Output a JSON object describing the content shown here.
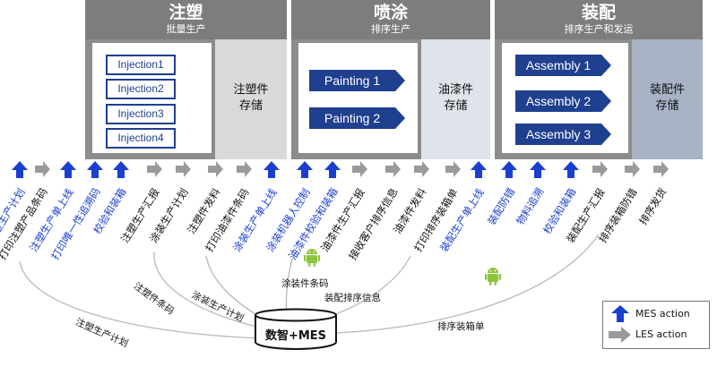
{
  "phases": [
    {
      "title": "注塑",
      "subtitle": "批量生产",
      "storage": "注塑件\n存储",
      "steps": [
        "Injection1",
        "Injection2",
        "Injection3",
        "Injection4"
      ]
    },
    {
      "title": "喷涂",
      "subtitle": "排序生产",
      "storage": "油漆件\n存储",
      "steps": [
        "Painting 1",
        "Painting 2"
      ]
    },
    {
      "title": "装配",
      "subtitle": "排序生产和发运",
      "storage": "装配件\n存储",
      "steps": [
        "Assembly 1",
        "Assembly 2",
        "Assembly 3"
      ]
    }
  ],
  "actions": [
    {
      "type": "mes",
      "label": "注塑生产计划"
    },
    {
      "type": "les",
      "label": "打印注塑产品条码"
    },
    {
      "type": "mes",
      "label": "注塑生产单上线"
    },
    {
      "type": "mes",
      "label": "打印唯一性追溯码"
    },
    {
      "type": "mes",
      "label": "校验和装箱"
    },
    {
      "type": "les",
      "label": "注塑生产汇报"
    },
    {
      "type": "les",
      "label": "涂装生产计划"
    },
    {
      "type": "les",
      "label": "注塑件发料"
    },
    {
      "type": "les",
      "label": "打印油漆件条码"
    },
    {
      "type": "mes",
      "label": "涂装生产单上线"
    },
    {
      "type": "mes",
      "label": "涂装机器人控制"
    },
    {
      "type": "mes",
      "label": "油漆件校验和装箱"
    },
    {
      "type": "les",
      "label": "油漆件生产汇报"
    },
    {
      "type": "les",
      "label": "接收客户排序信息"
    },
    {
      "type": "les",
      "label": "油漆件发料"
    },
    {
      "type": "les",
      "label": "打印排序装箱单"
    },
    {
      "type": "mes",
      "label": "装配生产单上线"
    },
    {
      "type": "mes",
      "label": "装配防错"
    },
    {
      "type": "mes",
      "label": "物料追溯"
    },
    {
      "type": "mes",
      "label": "校验和装箱"
    },
    {
      "type": "les",
      "label": "装配生产汇报"
    },
    {
      "type": "les",
      "label": "排序装箱防错"
    },
    {
      "type": "les",
      "label": "排序发货"
    }
  ],
  "flows": {
    "injection_plan": "注塑生产计划",
    "injection_barcode": "注塑件条码",
    "painting_plan": "涂装生产计划",
    "painting_barcode": "涂装件条码",
    "assembly_sequence": "装配排序信息",
    "sequence_packing_list": "排序装箱单"
  },
  "database": {
    "label": "数智+MES"
  },
  "legend": {
    "mes_label": "MES action",
    "les_label": "LES action",
    "mes_color": "#1a3fd0",
    "les_color": "#9a9a9a"
  },
  "colors": {
    "header": "#7d7d7d",
    "frame": "#8c8c8c",
    "step_fill": "#1f3f8f",
    "storage_fill": [
      "#d9d9d9",
      "#dfe3ea",
      "#a8b3c6"
    ],
    "android": "#8cc43e"
  }
}
